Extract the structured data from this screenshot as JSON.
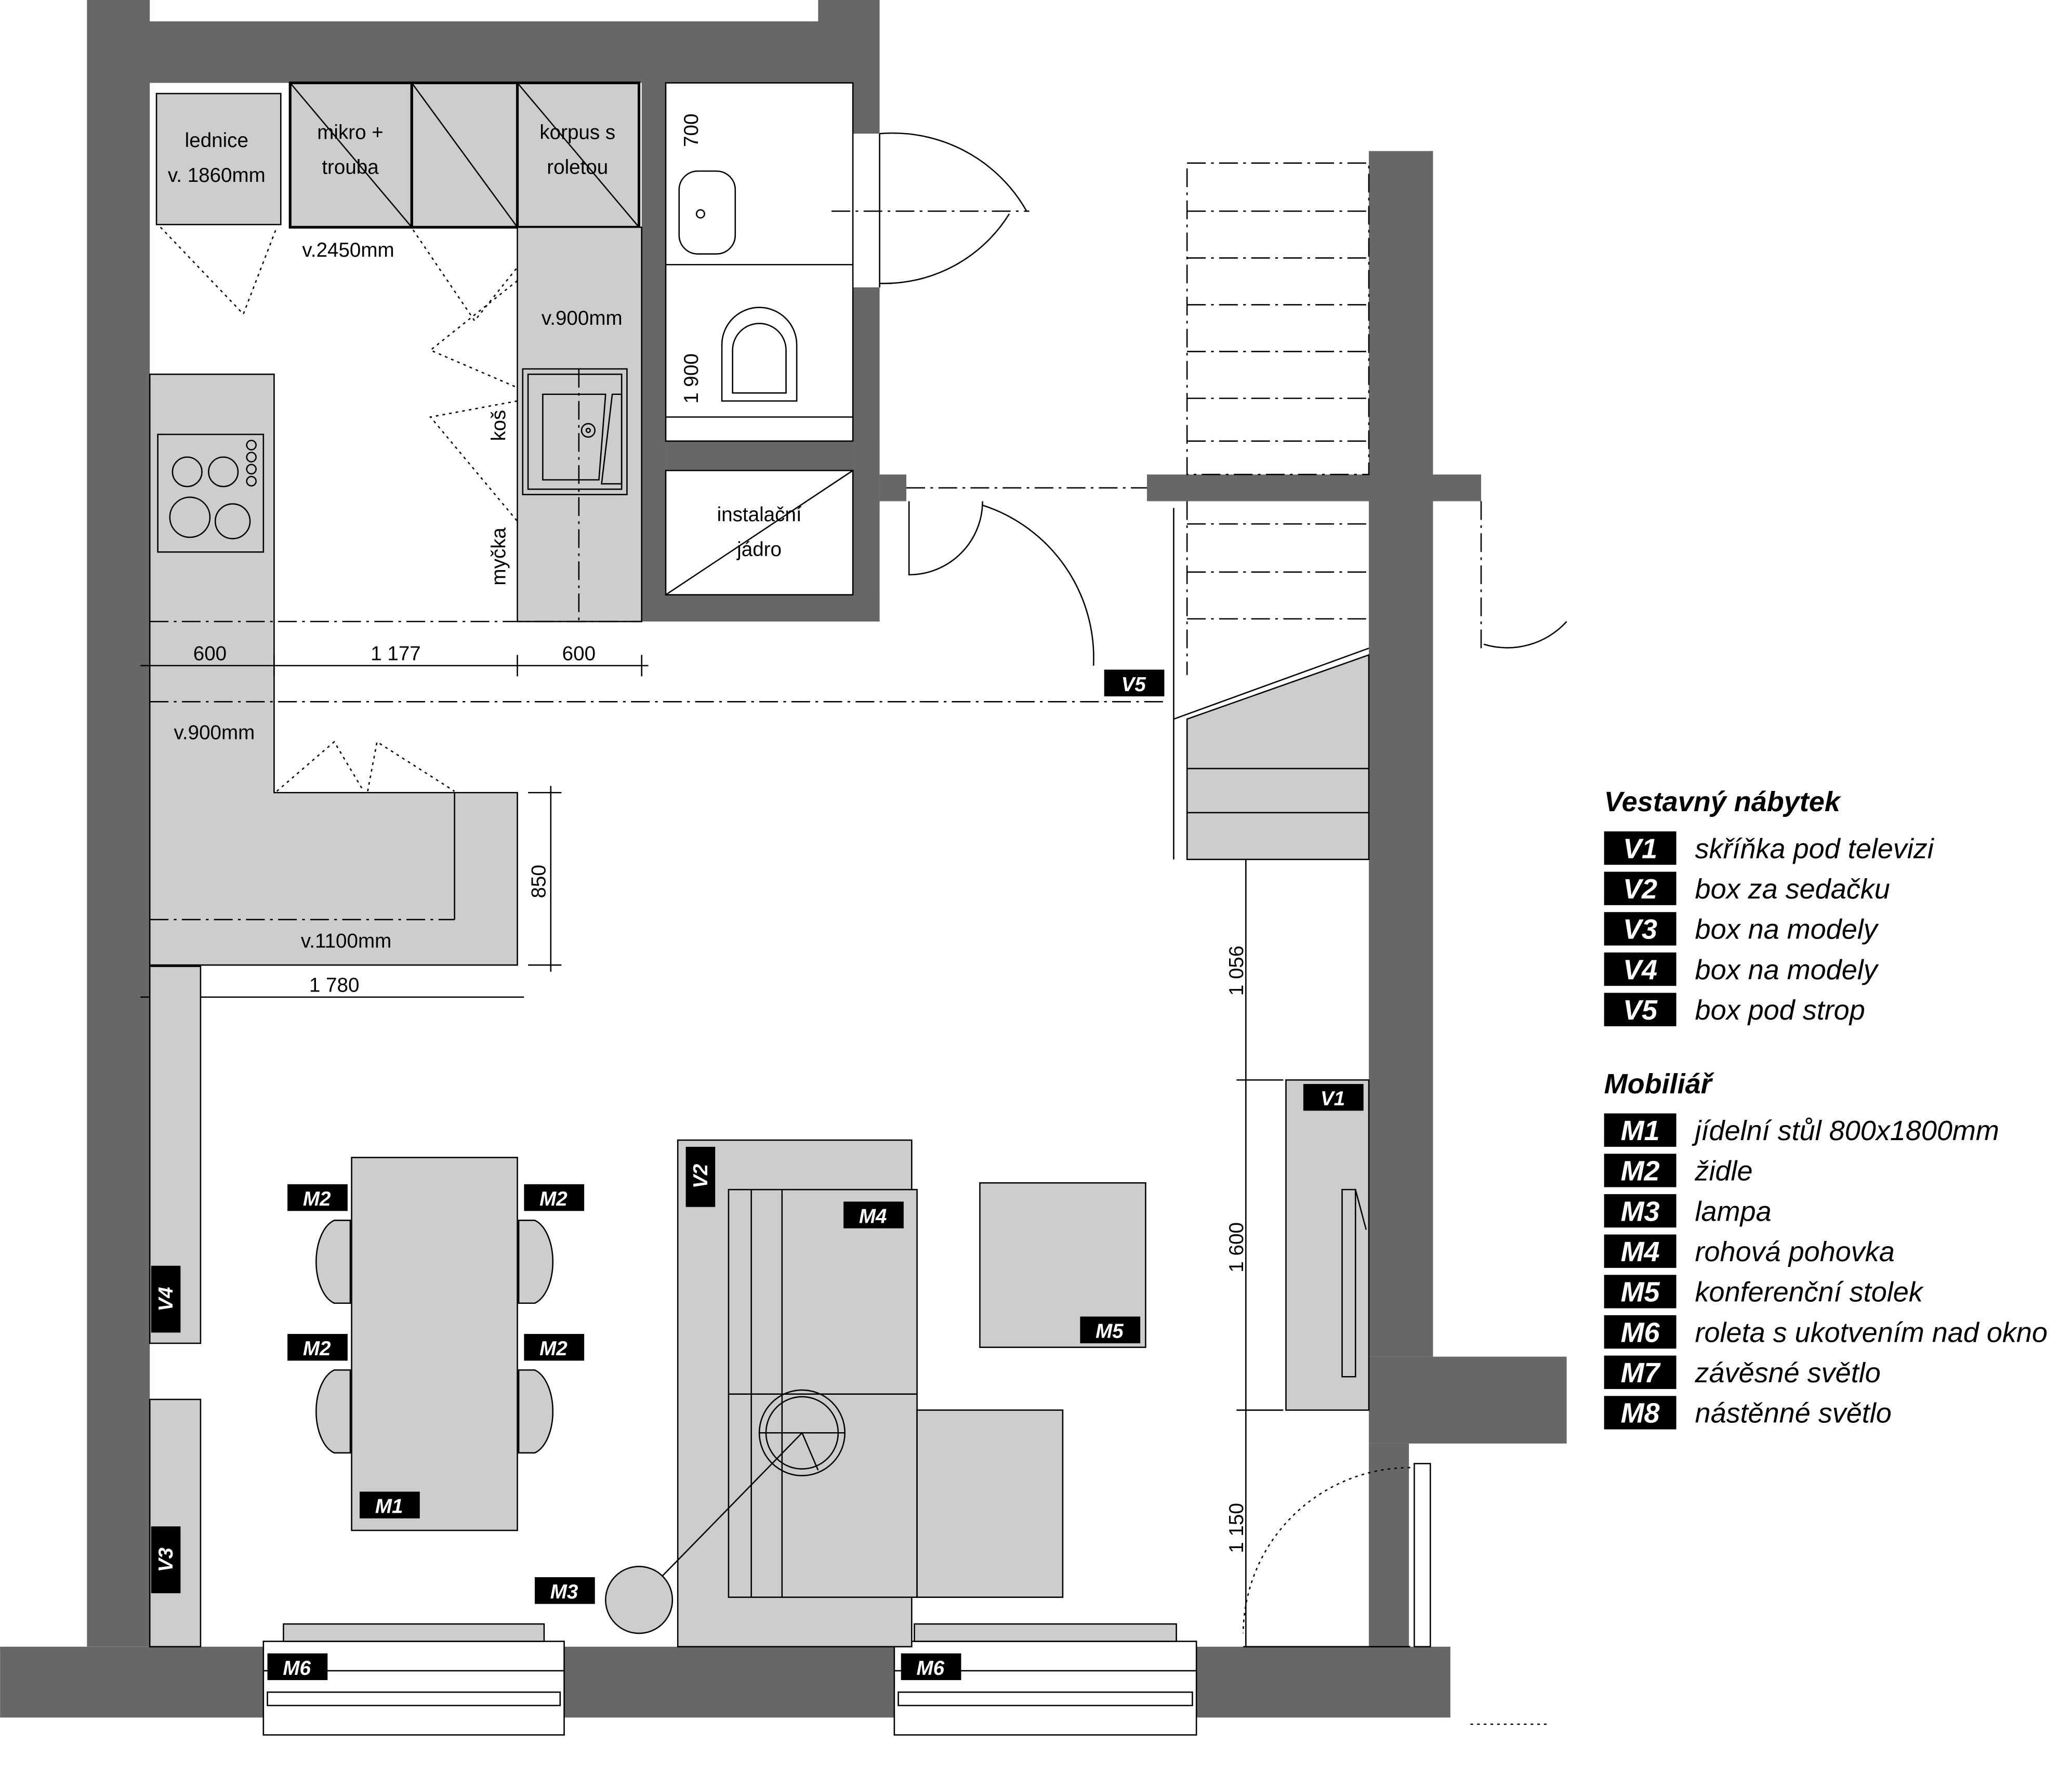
{
  "plan": {
    "kitchen_labels": {
      "fridge": "lednice",
      "fridge_height": "v. 1860mm",
      "micro_oven": "mikro +",
      "micro_oven_2": "trouba",
      "roller_cabinet": "korpus s",
      "roller_cabinet_2": "roletou",
      "tall_height": "v.2450mm",
      "counter_height_right": "v.900mm",
      "bin": "koš",
      "dishwasher": "myčka",
      "counter_height_left": "v.900mm",
      "bar_height": "v.1100mm"
    },
    "bathroom_labels": {
      "dim_700": "700",
      "dim_1900": "1 900",
      "installation_core": "instalační",
      "installation_core_2": "jádro"
    },
    "dimensions": {
      "d600a": "600",
      "d1177": "1 177",
      "d600b": "600",
      "d850": "850",
      "d1780": "1 780",
      "d1056": "1 056",
      "d1600": "1 600",
      "d1150": "1 150"
    },
    "tags": {
      "V1": "V1",
      "V2": "V2",
      "V3": "V3",
      "V4": "V4",
      "V5": "V5",
      "M1": "M1",
      "M2": "M2",
      "M3": "M3",
      "M4": "M4",
      "M5": "M5",
      "M6": "M6"
    }
  },
  "legend": {
    "built_in_title": "Vestavný nábytek",
    "built_in": [
      {
        "code": "V1",
        "label": "skříňka pod televizi"
      },
      {
        "code": "V2",
        "label": "box za sedačku"
      },
      {
        "code": "V3",
        "label": "box na modely"
      },
      {
        "code": "V4",
        "label": "box na modely"
      },
      {
        "code": "V5",
        "label": "box pod strop"
      }
    ],
    "furniture_title": "Mobiliář",
    "furniture": [
      {
        "code": "M1",
        "label": "jídelní stůl 800x1800mm"
      },
      {
        "code": "M2",
        "label": "židle"
      },
      {
        "code": "M3",
        "label": "lampa"
      },
      {
        "code": "M4",
        "label": "rohová pohovka"
      },
      {
        "code": "M5",
        "label": "konferenční stolek"
      },
      {
        "code": "M6",
        "label": "roleta s ukotvením nad okno"
      },
      {
        "code": "M7",
        "label": "závěsné světlo"
      },
      {
        "code": "M8",
        "label": "nástěnné světlo"
      }
    ]
  }
}
